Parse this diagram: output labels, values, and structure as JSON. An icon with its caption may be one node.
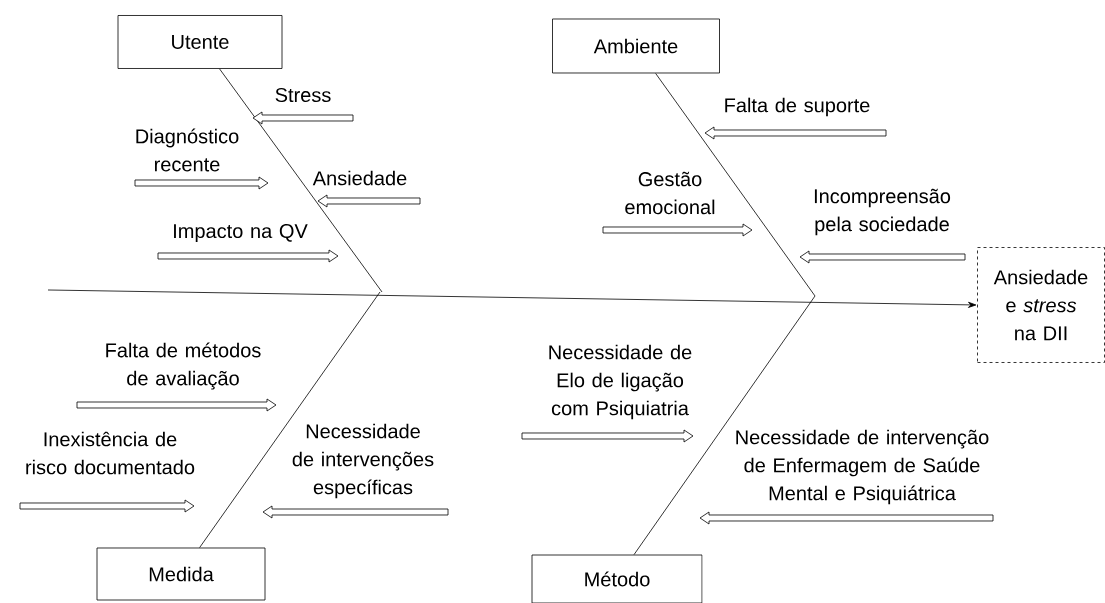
{
  "diagram": {
    "nodes": [
      {
        "text": [
          "Utente"
        ]
      },
      {
        "text": [
          "Ambiente"
        ]
      },
      {
        "text": [
          "Medida"
        ]
      },
      {
        "text": [
          "Método"
        ]
      },
      {
        "text": [
          "Ansiedade e *stress* na DII"
        ]
      },
      {
        "text": [
          "Stress"
        ]
      },
      {
        "text": [
          "Diagnóstico recente"
        ]
      },
      {
        "text": [
          "Ansiedade"
        ]
      },
      {
        "text": [
          "Impacto na QV"
        ]
      },
      {
        "text": [
          "Falta de suporte"
        ]
      },
      {
        "text": [
          "Gestão emocional"
        ]
      },
      {
        "text": [
          "Incompreensão pela sociedade"
        ]
      },
      {
        "text": [
          "Falta de métodos de avaliação"
        ]
      },
      {
        "text": [
          "Inexistência de risco documentado"
        ]
      },
      {
        "text": [
          "Necessidade de intervenções específicas"
        ]
      },
      {
        "text": [
          "Necessidade de Elo de ligação com Psiquiatria"
        ]
      },
      {
        "text": [
          "Necessidade de intervenção de Enfermagem de Saúde Mental e Psiquiátrica"
        ]
      }
    ],
    "edges": [
      {
        "from": null,
        "to": 4,
        "arrow": "to"
      },
      {
        "from": 0,
        "to": null,
        "arrow": "none"
      },
      {
        "from": 1,
        "to": null,
        "arrow": "none"
      },
      {
        "from": 2,
        "to": null,
        "arrow": "none"
      },
      {
        "from": 3,
        "to": null,
        "arrow": "none"
      },
      {
        "from": 5,
        "to": null,
        "arrow": "to"
      },
      {
        "from": 6,
        "to": null,
        "arrow": "to"
      },
      {
        "from": 7,
        "to": null,
        "arrow": "to"
      },
      {
        "from": 8,
        "to": null,
        "arrow": "to"
      },
      {
        "from": 9,
        "to": null,
        "arrow": "to"
      },
      {
        "from": 10,
        "to": null,
        "arrow": "to"
      },
      {
        "from": 11,
        "to": null,
        "arrow": "to"
      },
      {
        "from": 12,
        "to": null,
        "arrow": "to"
      },
      {
        "from": 13,
        "to": null,
        "arrow": "to"
      },
      {
        "from": 14,
        "to": null,
        "arrow": "to"
      },
      {
        "from": 15,
        "to": null,
        "arrow": "to"
      },
      {
        "from": 16,
        "to": null,
        "arrow": "to"
      }
    ]
  }
}
